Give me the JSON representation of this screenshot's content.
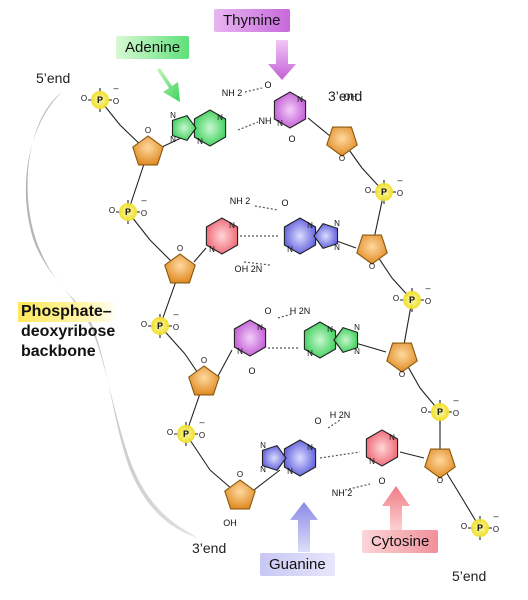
{
  "labels": {
    "adenine": "Adenine",
    "thymine": "Thymine",
    "guanine": "Guanine",
    "cytosine": "Cytosine"
  },
  "ends": {
    "top_left": "5’end",
    "top_right": "3’end",
    "bottom_left": "3’end",
    "bottom_right": "5’end"
  },
  "backbone": {
    "line1": "Phosphate–",
    "line2": "deoxyribose",
    "line3": "backbone"
  },
  "atoms": {
    "P": "P",
    "O": "O",
    "N": "N",
    "H": "H",
    "OH": "OH",
    "NH2": "NH 2",
    "H2N": "H 2N",
    "NH": "NH",
    "minus": "–"
  },
  "colors": {
    "adenine": "#3cd35a",
    "thymine": "#c45ed6",
    "guanine": "#5a5ae0",
    "cytosine": "#f06a74",
    "sugar": "#e8962e",
    "phosphate": "#f0e020",
    "backbone_shadow": "#b8b8b8"
  }
}
